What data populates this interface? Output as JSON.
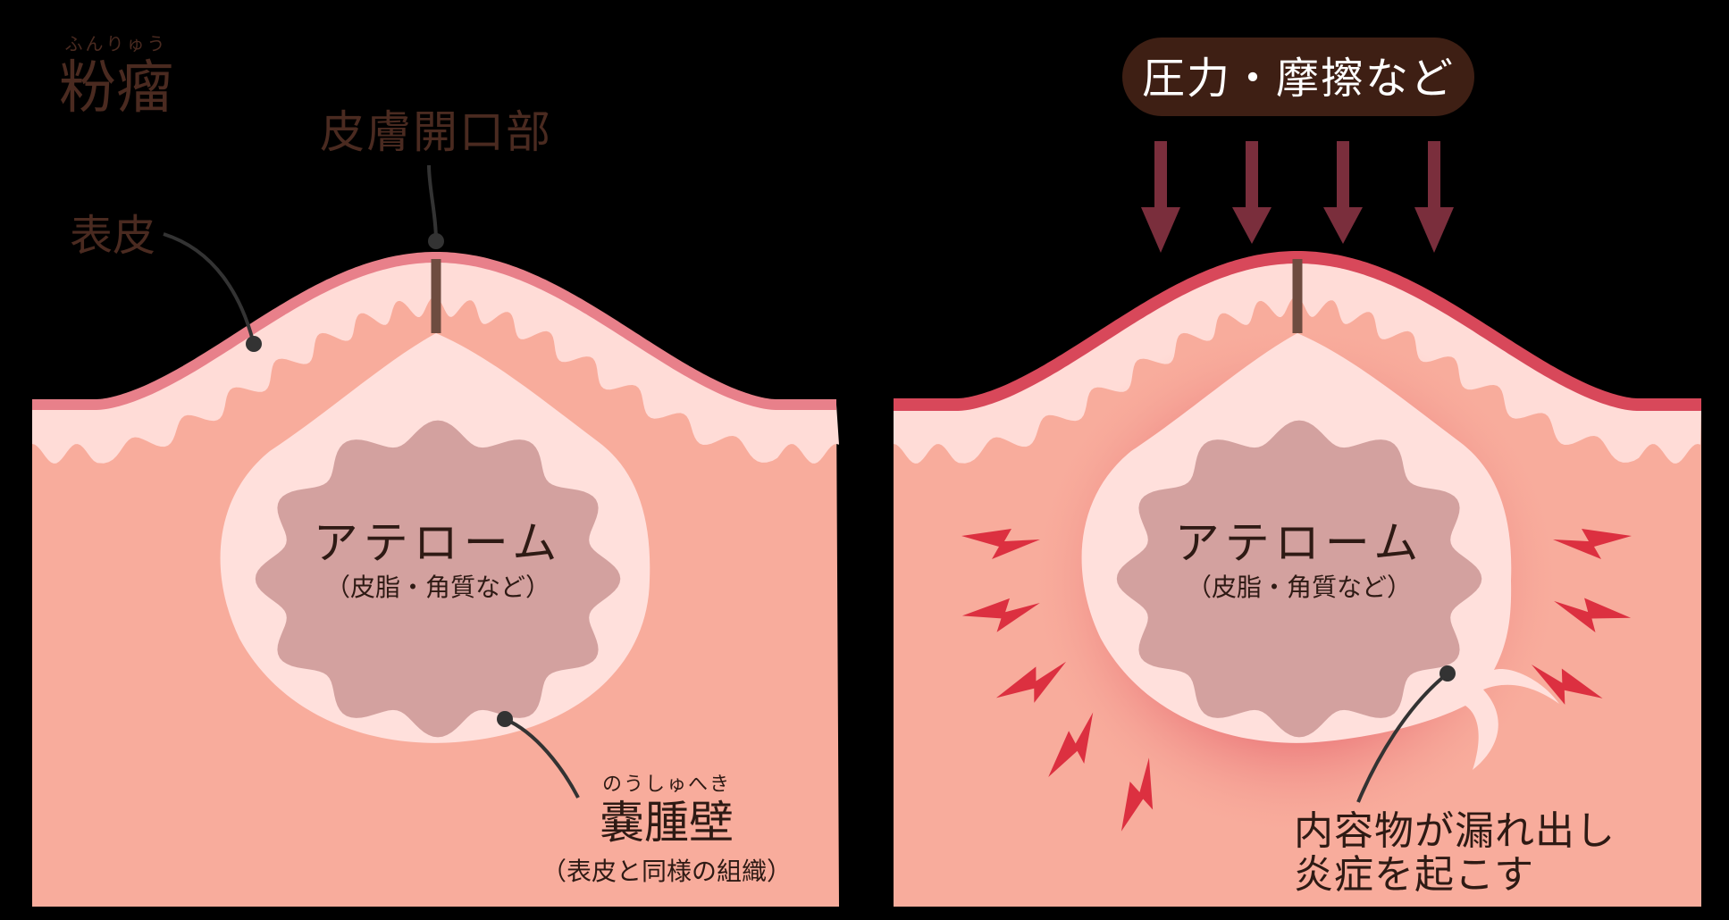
{
  "left_panel": {
    "title": "粉瘤",
    "title_ruby": "ふんりゅう",
    "label_opening": "皮膚開口部",
    "label_epidermis": "表皮",
    "content_title": "アテローム",
    "content_sub": "（皮脂・角質など）",
    "wall_label": "嚢腫壁",
    "wall_ruby": "のうしゅへき",
    "wall_sub": "（表皮と同様の組織）"
  },
  "right_panel": {
    "pressure_label": "圧力・摩擦など",
    "content_title": "アテローム",
    "content_sub": "（皮脂・角質など）",
    "leak_line1": "内容物が漏れ出し",
    "leak_line2": "炎症を起こす"
  },
  "colors": {
    "background": "#000000",
    "dermis": "#F8AC9C",
    "epidermis_light": "#FFDCD7",
    "skin_edge": "#E8808A",
    "skin_edge_inflamed": "#D8485A",
    "cyst_wall": "#FFE0DC",
    "atheroma": "#D3A19F",
    "label_brown": "#4A2A20",
    "arrow_maroon": "#7A2E3C",
    "badge_dark": "#3E1F14",
    "spark_red": "#DC3040",
    "inflammation": "#E35A66"
  },
  "icons": {
    "pressure_arrow": "arrow-down-icon",
    "inflammation_mark": "lightning-icon"
  }
}
